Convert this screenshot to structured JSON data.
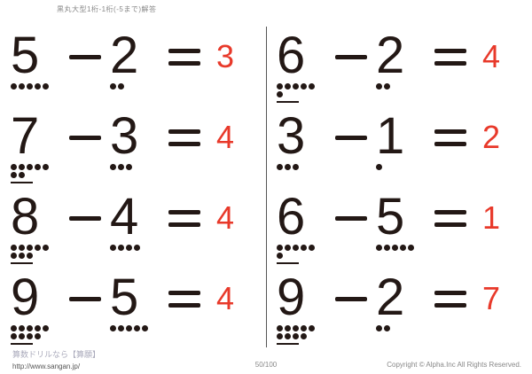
{
  "header": {
    "title": "黒丸大型1桁-1桁(-5まで)解答"
  },
  "problems": {
    "left": [
      {
        "minuend": 5,
        "subtrahend": 2,
        "answer": 3
      },
      {
        "minuend": 7,
        "subtrahend": 3,
        "answer": 4
      },
      {
        "minuend": 8,
        "subtrahend": 4,
        "answer": 4
      },
      {
        "minuend": 9,
        "subtrahend": 5,
        "answer": 4
      }
    ],
    "right": [
      {
        "minuend": 6,
        "subtrahend": 2,
        "answer": 4
      },
      {
        "minuend": 3,
        "subtrahend": 1,
        "answer": 2
      },
      {
        "minuend": 6,
        "subtrahend": 5,
        "answer": 1
      },
      {
        "minuend": 9,
        "subtrahend": 2,
        "answer": 7
      }
    ]
  },
  "footer": {
    "site_name": "算数ドリルなら【算願】",
    "site_url": "http://www.sangan.jp/",
    "page_number": "50/100",
    "copyright": "Copyright ©  Alpha.Inc  All Rights Reserved."
  },
  "colors": {
    "ink": "#231815",
    "answer": "#e8392a"
  }
}
